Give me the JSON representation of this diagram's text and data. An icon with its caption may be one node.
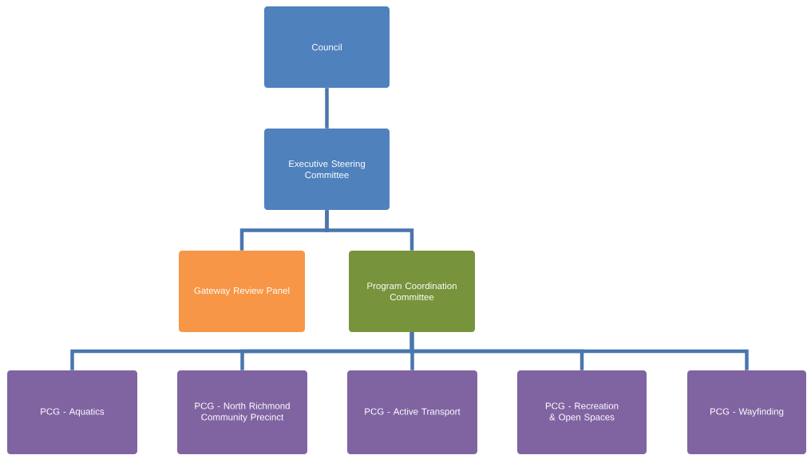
{
  "diagram": {
    "nodes": [
      {
        "text": [
          "Council"
        ]
      },
      {
        "text": [
          "Executive Steering Committee"
        ]
      },
      {
        "text": [
          "Gateway Review Panel"
        ]
      },
      {
        "text": [
          "Program Coordination Committee"
        ]
      },
      {
        "text": [
          "PCG - Aquatics"
        ]
      },
      {
        "text": [
          "PCG - North Richmond Community Precinct"
        ]
      },
      {
        "text": [
          "PCG - Active Transport"
        ]
      },
      {
        "text": [
          "PCG - Recreation & Open Spaces"
        ]
      },
      {
        "text": [
          "PCG - Wayfinding"
        ]
      }
    ],
    "edges": [
      {
        "from": 0,
        "to": 1,
        "arrow": "none"
      },
      {
        "from": 1,
        "to": 2,
        "arrow": "none"
      },
      {
        "from": 1,
        "to": 3,
        "arrow": "none"
      },
      {
        "from": 3,
        "to": 4,
        "arrow": "none"
      },
      {
        "from": 3,
        "to": 5,
        "arrow": "none"
      },
      {
        "from": 3,
        "to": 6,
        "arrow": "none"
      },
      {
        "from": 3,
        "to": 7,
        "arrow": "none"
      },
      {
        "from": 3,
        "to": 8,
        "arrow": "none"
      }
    ]
  }
}
